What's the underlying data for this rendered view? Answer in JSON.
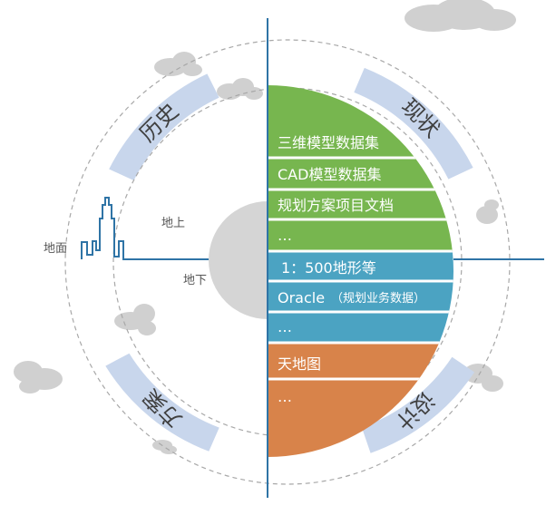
{
  "ring_labels": {
    "history": "历史",
    "current": "现状",
    "plan": "方案",
    "design": "设计"
  },
  "side_labels": {
    "above_ground": "地上",
    "below_ground": "地下",
    "ground": "地面"
  },
  "panel": {
    "green_items": [
      "三维模型数据集",
      "CAD模型数据集",
      "规划方案项目文档",
      "…"
    ],
    "blue_items": [
      "1：500地形等",
      "Oracle",
      "（规划业务数据）",
      "…"
    ],
    "orange_items": [
      "天地图",
      "…"
    ]
  },
  "colors": {
    "green": "#77b64f",
    "blue": "#4ba3c2",
    "orange": "#d8834a",
    "ring_band": "#c8d6ec",
    "axis": "#2f74a6",
    "cloud": "#cfcfcf",
    "center_gray": "#d5d5d5"
  }
}
